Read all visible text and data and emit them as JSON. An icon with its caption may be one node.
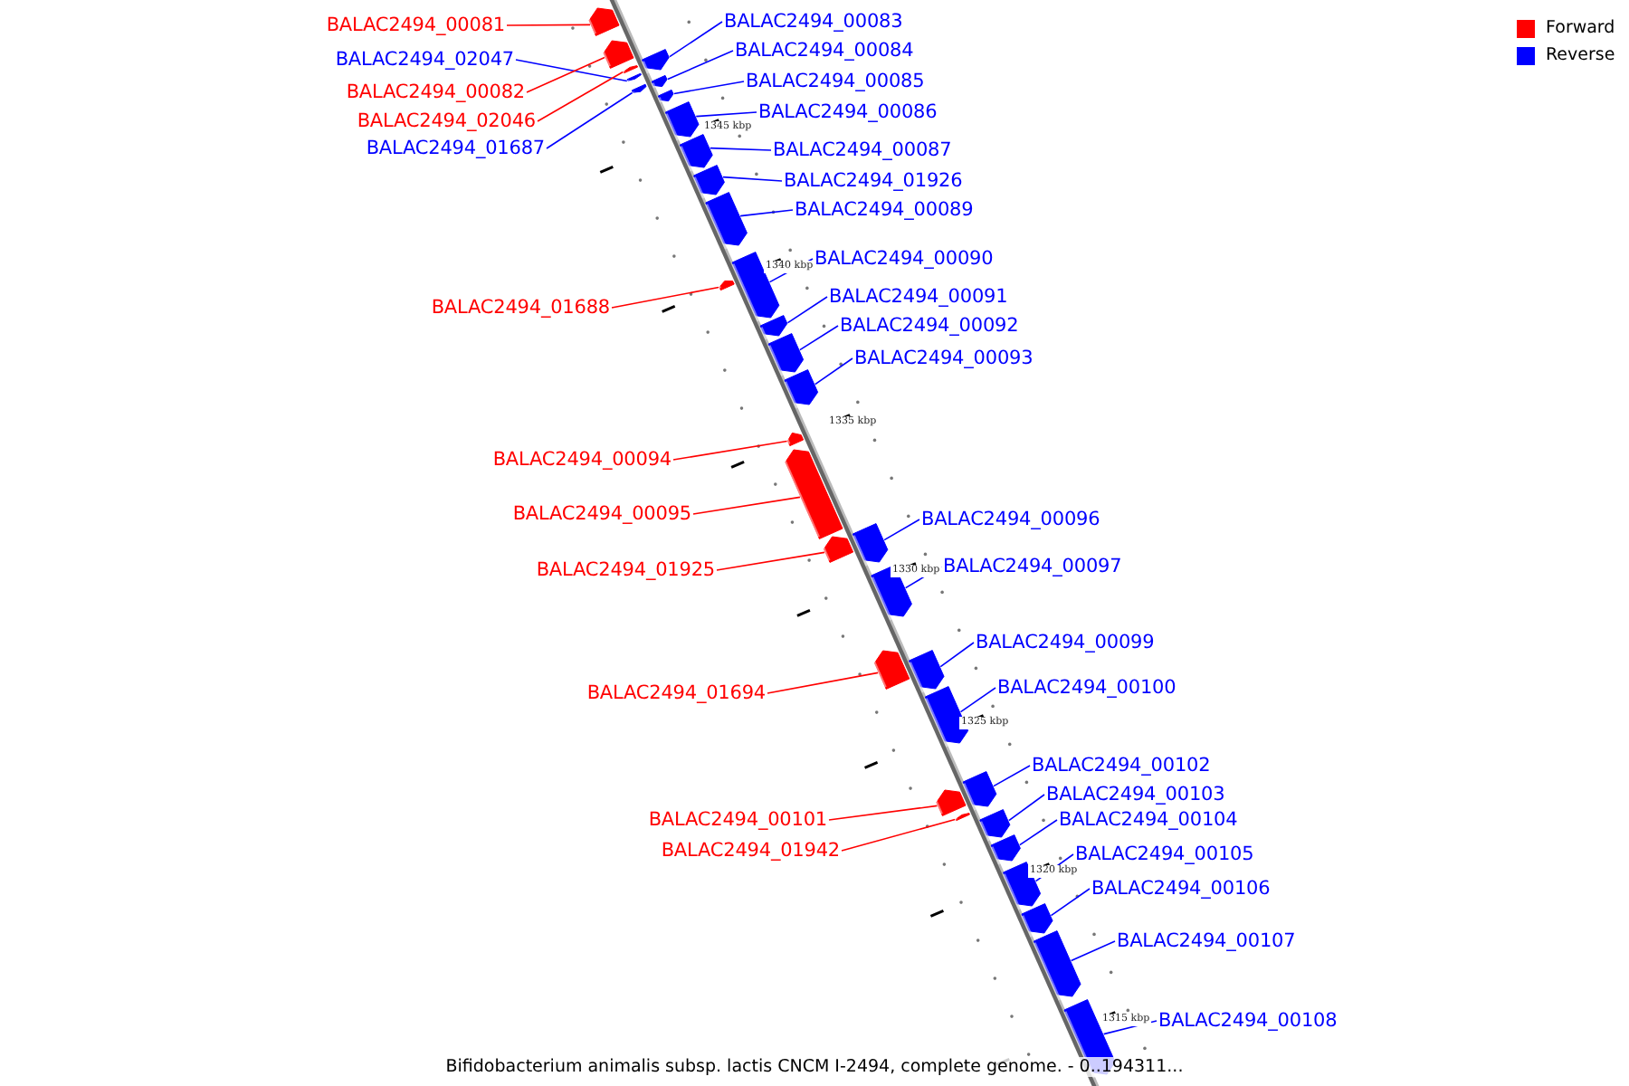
{
  "diagram": {
    "caption": "Bifidobacterium animalis subsp. lactis CNCM I-2494, complete genome. - 0..194311...",
    "nodes": [
      {
        "text": [
          "BALAC2494_00083"
        ]
      },
      {
        "text": [],
        "shape": "bar"
      },
      {
        "text": [
          "BALAC2494_00081"
        ]
      },
      {
        "text": [],
        "shape": "bar"
      },
      {
        "text": [
          "BALAC2494_00084"
        ]
      },
      {
        "text": [],
        "shape": "bar"
      },
      {
        "text": [
          "BALAC2494_02047"
        ]
      },
      {
        "text": [],
        "shape": "bar"
      },
      {
        "text": [
          "BALAC2494_00085"
        ]
      },
      {
        "text": [],
        "shape": "bar"
      },
      {
        "text": [
          "BALAC2494_00082"
        ]
      },
      {
        "text": [],
        "shape": "bar"
      },
      {
        "text": [
          "BALAC2494_00086"
        ]
      },
      {
        "text": [],
        "shape": "bar"
      },
      {
        "text": [
          "BALAC2494_02046"
        ]
      },
      {
        "text": [],
        "shape": "bar"
      },
      {
        "text": [
          "BALAC2494_01687"
        ]
      },
      {
        "text": [],
        "shape": "bar"
      },
      {
        "text": [
          "BALAC2494_00087"
        ]
      },
      {
        "text": [],
        "shape": "bar"
      },
      {
        "text": [
          "BALAC2494_01926"
        ]
      },
      {
        "text": [],
        "shape": "bar"
      },
      {
        "text": [
          "BALAC2494_00089"
        ]
      },
      {
        "text": [],
        "shape": "bar"
      },
      {
        "text": [
          "BALAC2494_00090"
        ]
      },
      {
        "text": [],
        "shape": "bar"
      },
      {
        "text": [
          "BALAC2494_00091"
        ]
      },
      {
        "text": [],
        "shape": "bar"
      },
      {
        "text": [
          "BALAC2494_01688"
        ]
      },
      {
        "text": [],
        "shape": "bar"
      },
      {
        "text": [
          "BALAC2494_00092"
        ]
      },
      {
        "text": [],
        "shape": "bar"
      },
      {
        "text": [
          "BALAC2494_00093"
        ]
      },
      {
        "text": [],
        "shape": "bar"
      },
      {
        "text": [
          "BALAC2494_00094"
        ]
      },
      {
        "text": [],
        "shape": "bar"
      },
      {
        "text": [
          "BALAC2494_00095"
        ]
      },
      {
        "text": [],
        "shape": "bar"
      },
      {
        "text": [
          "BALAC2494_00096"
        ]
      },
      {
        "text": [],
        "shape": "bar"
      },
      {
        "text": [
          "BALAC2494_00097"
        ]
      },
      {
        "text": [],
        "shape": "bar"
      },
      {
        "text": [
          "BALAC2494_01925"
        ]
      },
      {
        "text": [],
        "shape": "bar"
      },
      {
        "text": [
          "BALAC2494_00099"
        ]
      },
      {
        "text": [],
        "shape": "bar"
      },
      {
        "text": [
          "BALAC2494_00100"
        ]
      },
      {
        "text": [],
        "shape": "bar"
      },
      {
        "text": [
          "BALAC2494_01694"
        ]
      },
      {
        "text": [],
        "shape": "bar"
      },
      {
        "text": [
          "BALAC2494_00102"
        ]
      },
      {
        "text": [],
        "shape": "bar"
      },
      {
        "text": [
          "BALAC2494_00101"
        ]
      },
      {
        "text": [],
        "shape": "bar"
      },
      {
        "text": [
          "BALAC2494_00103"
        ]
      },
      {
        "text": [],
        "shape": "bar"
      },
      {
        "text": [
          "BALAC2494_00104"
        ]
      },
      {
        "text": [],
        "shape": "bar"
      },
      {
        "text": [
          "BALAC2494_01942"
        ]
      },
      {
        "text": [],
        "shape": "bar"
      },
      {
        "text": [
          "BALAC2494_00105"
        ]
      },
      {
        "text": [],
        "shape": "bar"
      },
      {
        "text": [
          "BALAC2494_00106"
        ]
      },
      {
        "text": [],
        "shape": "bar"
      },
      {
        "text": [
          "BALAC2494_00107"
        ]
      },
      {
        "text": [],
        "shape": "bar"
      },
      {
        "text": [
          "BALAC2494_00108"
        ]
      },
      {
        "text": [],
        "shape": "bar"
      }
    ],
    "edges": [
      {
        "from": 0,
        "to": 1,
        "arrow": "none"
      },
      {
        "from": 2,
        "to": 3,
        "arrow": "none",
        "color": "#ff0000"
      },
      {
        "from": 4,
        "to": 5,
        "arrow": "none"
      },
      {
        "from": 6,
        "to": 7,
        "arrow": "none"
      },
      {
        "from": 8,
        "to": 9,
        "arrow": "none"
      },
      {
        "from": 10,
        "to": 11,
        "arrow": "none",
        "color": "#ff0000"
      },
      {
        "from": 12,
        "to": 13,
        "arrow": "none"
      },
      {
        "from": 14,
        "to": 15,
        "arrow": "none",
        "color": "#ff0000"
      },
      {
        "from": 16,
        "to": 17,
        "arrow": "none"
      },
      {
        "from": 18,
        "to": 19,
        "arrow": "none"
      },
      {
        "from": 20,
        "to": 21,
        "arrow": "none"
      },
      {
        "from": 22,
        "to": 23,
        "arrow": "none"
      },
      {
        "from": 24,
        "to": 25,
        "arrow": "none"
      },
      {
        "from": 26,
        "to": 27,
        "arrow": "none"
      },
      {
        "from": 28,
        "to": 29,
        "arrow": "none",
        "color": "#ff0000"
      },
      {
        "from": 30,
        "to": 31,
        "arrow": "none"
      },
      {
        "from": 32,
        "to": 33,
        "arrow": "none"
      },
      {
        "from": 34,
        "to": 35,
        "arrow": "none",
        "color": "#ff0000"
      },
      {
        "from": 36,
        "to": 37,
        "arrow": "none",
        "color": "#ff0000"
      },
      {
        "from": 38,
        "to": 39,
        "arrow": "none"
      },
      {
        "from": 40,
        "to": 41,
        "arrow": "none"
      },
      {
        "from": 42,
        "to": 43,
        "arrow": "none",
        "color": "#ff0000"
      },
      {
        "from": 44,
        "to": 45,
        "arrow": "none"
      },
      {
        "from": 46,
        "to": 47,
        "arrow": "none"
      },
      {
        "from": 48,
        "to": 49,
        "arrow": "none",
        "color": "#ff0000"
      },
      {
        "from": 50,
        "to": 51,
        "arrow": "none"
      },
      {
        "from": 52,
        "to": 53,
        "arrow": "none",
        "color": "#ff0000"
      },
      {
        "from": 54,
        "to": 55,
        "arrow": "none"
      },
      {
        "from": 56,
        "to": 57,
        "arrow": "none"
      },
      {
        "from": 58,
        "to": 59,
        "arrow": "none",
        "color": "#ff0000"
      },
      {
        "from": 60,
        "to": 61,
        "arrow": "none"
      },
      {
        "from": 62,
        "to": 63,
        "arrow": "none"
      },
      {
        "from": 64,
        "to": 65,
        "arrow": "none"
      },
      {
        "from": 66,
        "to": 67,
        "arrow": "none"
      }
    ],
    "labels": [
      "1345 kbp",
      "1340 kbp",
      "1335 kbp",
      "1330 kbp",
      "1325 kbp",
      "1320 kbp",
      "1315 kbp"
    ],
    "legend": [
      {
        "text": "Forward",
        "color": "#ff0000"
      },
      {
        "text": "Reverse",
        "color": "#0000ff"
      }
    ]
  }
}
